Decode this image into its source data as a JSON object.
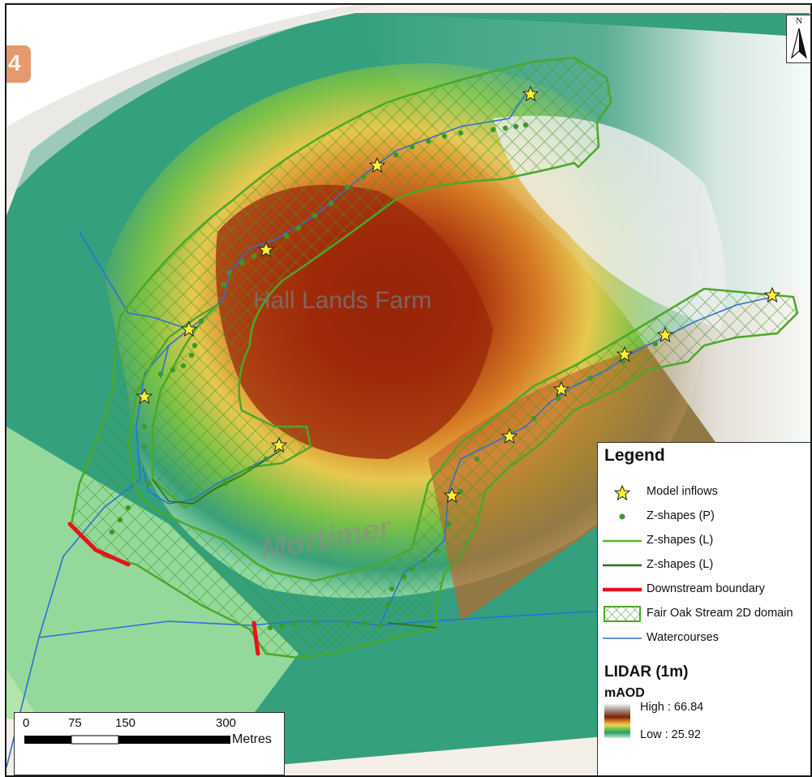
{
  "map": {
    "place_label": "Hall Lands Farm",
    "road_label": "Mortimer",
    "route_badge": "4"
  },
  "north_arrow": {
    "label": "N"
  },
  "legend": {
    "title": "Legend",
    "items": [
      {
        "label": "Model inflows",
        "symbol": "star-icon",
        "color": "#ffee33"
      },
      {
        "label": "Z-shapes (P)",
        "symbol": "point",
        "color": "#3c9a28"
      },
      {
        "label": "Z-shapes (L)",
        "symbol": "line",
        "color": "#5ab62e"
      },
      {
        "label": "Z-shapes (L)",
        "symbol": "line",
        "color": "#2e6d16"
      },
      {
        "label": "Downstream boundary",
        "symbol": "line",
        "color": "#e8121a"
      },
      {
        "label": "Fair Oak Stream 2D domain",
        "symbol": "hatched-polygon",
        "color": "#4aa829"
      },
      {
        "label": "Watercourses",
        "symbol": "line",
        "color": "#2c6fd8"
      }
    ],
    "lidar_title": "LIDAR (1m)",
    "lidar_unit": "mAOD",
    "ramp_high": "High : 66.84",
    "ramp_low": "Low : 25.92"
  },
  "scale_bar": {
    "ticks": [
      "0",
      "75",
      "150",
      "300"
    ],
    "units": "Metres"
  }
}
